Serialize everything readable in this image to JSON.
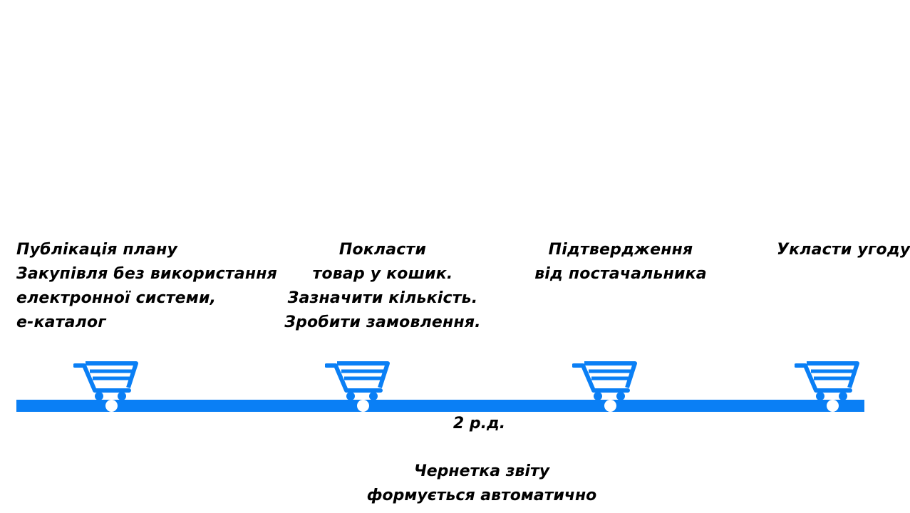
{
  "colors": {
    "accent": "#0a7ff5",
    "text": "#000000",
    "background": "#ffffff"
  },
  "steps": [
    {
      "lines": [
        "Публікація плану",
        "Закупівля без використання",
        "електронної системи,",
        "е-каталог"
      ],
      "icon": "shopping-cart-icon"
    },
    {
      "lines": [
        "Покласти",
        "товар у кошик.",
        "Зазначити кількість.",
        "Зробити замовлення."
      ],
      "icon": "shopping-cart-icon"
    },
    {
      "lines": [
        "Підтвердження",
        "від постачальника"
      ],
      "icon": "shopping-cart-icon"
    },
    {
      "lines": [
        "Укласти угоду"
      ],
      "icon": "shopping-cart-icon"
    }
  ],
  "duration_label": "2 р.д.",
  "note": {
    "line1": "Чернетка звіту",
    "line2": "формується автоматично"
  }
}
